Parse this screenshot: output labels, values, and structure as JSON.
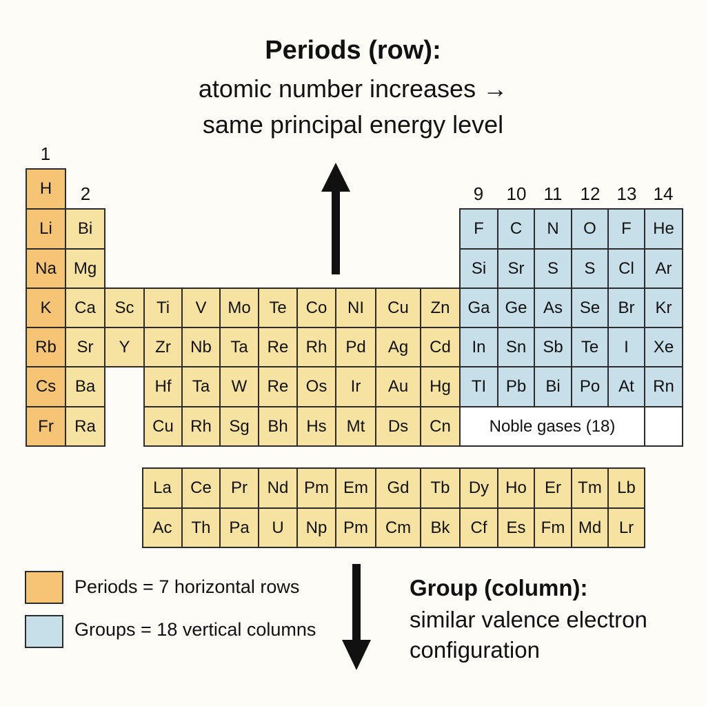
{
  "heading": {
    "title": "Periods (row):",
    "line1": "atomic number increases →",
    "line2": "same principal energy level"
  },
  "group_numbers": [
    "1",
    "2",
    "9",
    "10",
    "11",
    "12",
    "13",
    "14"
  ],
  "rows": [
    [
      "H"
    ],
    [
      "Li",
      "Bi",
      "F",
      "C",
      "N",
      "O",
      "F",
      "He"
    ],
    [
      "Na",
      "Mg",
      "Si",
      "Sr",
      "S",
      "S",
      "Cl",
      "Ar"
    ],
    [
      "K",
      "Ca",
      "Sc",
      "Ti",
      "V",
      "Mo",
      "Te",
      "Co",
      "NI",
      "Cu",
      "Zn",
      "Ga",
      "Ge",
      "As",
      "Se",
      "Br",
      "Kr"
    ],
    [
      "Rb",
      "Sr",
      "Y",
      "Zr",
      "Nb",
      "Ta",
      "Re",
      "Rh",
      "Pd",
      "Ag",
      "Cd",
      "In",
      "Sn",
      "Sb",
      "Te",
      "I",
      "Xe"
    ],
    [
      "Cs",
      "Ba",
      "Hf",
      "Ta",
      "W",
      "Re",
      "Os",
      "Ir",
      "Au",
      "Hg",
      "TI",
      "Pb",
      "Bi",
      "Po",
      "At",
      "Rn"
    ],
    [
      "Fr",
      "Ra",
      "Cu",
      "Rh",
      "Sg",
      "Bh",
      "Hs",
      "Mt",
      "Ds",
      "Cn"
    ]
  ],
  "noble_label": "Noble gases (18)",
  "f_block": [
    [
      "La",
      "Ce",
      "Pr",
      "Nd",
      "Pm",
      "Em",
      "Gd",
      "Tb",
      "Dy",
      "Ho",
      "Er",
      "Tm",
      "Lb"
    ],
    [
      "Ac",
      "Th",
      "Pa",
      "U",
      "Np",
      "Pm",
      "Cm",
      "Bk",
      "Cf",
      "Es",
      "Fm",
      "Md",
      "Lr"
    ]
  ],
  "legend": {
    "periods": "Periods = 7 horizontal rows",
    "groups": "Groups = 18 vertical columns"
  },
  "group_note": {
    "title": "Group (column):",
    "line1": "similar valence electron",
    "line2": "configuration"
  },
  "colors": {
    "period_orange": "#f5c474",
    "element_yellow": "#f7e3a1",
    "group_blue": "#c7dfe8",
    "noble_white": "#ffffff"
  }
}
